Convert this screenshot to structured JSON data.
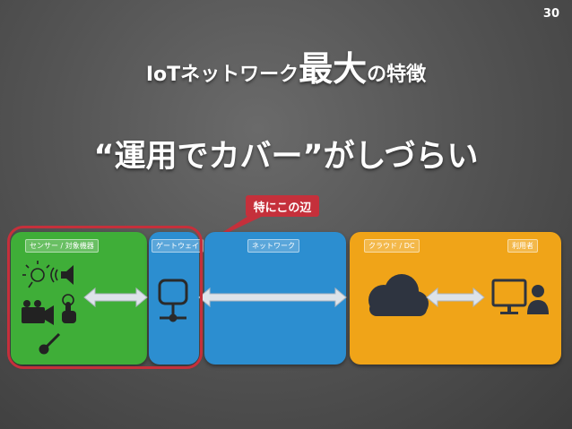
{
  "page_number": "30",
  "title": {
    "prefix": "IoTネットワーク",
    "emphasis": "最大",
    "suffix": "の特徴"
  },
  "subtitle": "“運用でカバー”がしづらい",
  "callout": "特にこの辺",
  "panels": {
    "sensor_label": "センサー / 対象機器",
    "gateway_label": "ゲートウェイ",
    "network_label": "ネットワーク",
    "cloud_label": "クラウド / DC",
    "user_label": "利用者"
  },
  "colors": {
    "green": "#3fae38",
    "blue": "#2c8ed0",
    "orange": "#f0a418",
    "red": "#c5303b"
  },
  "icons": [
    "light-bulb-icon",
    "speaker-icon",
    "video-camera-icon",
    "touch-icon",
    "thermometer-icon",
    "gateway-node-icon",
    "cloud-icon",
    "monitor-user-icon"
  ]
}
